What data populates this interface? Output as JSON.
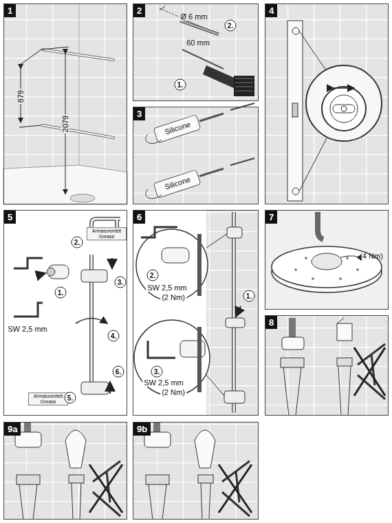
{
  "diagram": {
    "nodes": [
      {
        "text": [
          "1"
        ]
      },
      {
        "text": [
          "2"
        ]
      },
      {
        "text": [
          "3"
        ]
      },
      {
        "text": [
          "4"
        ]
      },
      {
        "text": [
          "5"
        ]
      },
      {
        "text": [
          "6"
        ]
      },
      {
        "text": [
          "7"
        ]
      },
      {
        "text": [
          "8"
        ]
      },
      {
        "text": [
          "9a"
        ]
      },
      {
        "text": [
          "9b"
        ]
      }
    ],
    "labels": [
      "879",
      "2079",
      "Ø 6 mm",
      "2.",
      "60 mm",
      "1.",
      "Silicone",
      "Silicone",
      "SW 2,5 mm",
      "2.",
      "Armaturenfett Grease",
      "1.",
      "3.",
      "4.",
      "Armaturenfett Grease",
      "5.",
      "6.",
      "1.",
      "2.",
      "SW 2,5 mm",
      "(2 Nm)",
      "3.",
      "SW 2,5 mm",
      "(2 Nm)",
      "(4 Nm)"
    ]
  }
}
